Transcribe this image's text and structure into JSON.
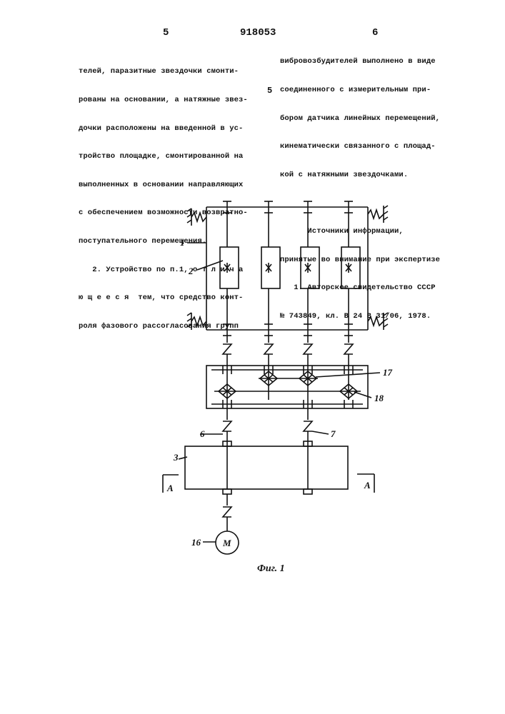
{
  "header": {
    "page_left": "5",
    "patent_number": "918053",
    "page_right": "6"
  },
  "left_column": [
    "телей, паразитные звездочки смонти-",
    "рованы на основании, а натяжные звез-",
    "дочки расположены на введенной в ус-",
    "тройство площадке, смонтированной на",
    "выполненных в основании направляющих",
    "с обеспечением возможности возвратно-",
    "поступательного перемещения.",
    "   2. Устройство по п.1, о т л и ч а",
    "ю щ е е с я  тем, что средство конт-",
    "роля фазового рассогласования групп"
  ],
  "right_column": [
    "вибровозбудителей выполнено в виде",
    "соединенного с измерительным при-",
    "бором датчика линейных перемещений,",
    "кинематически связанного с площад-",
    "кой с натяжными звездочками.",
    "",
    "      Источники информации,",
    "принятые во внимание при экспертизе",
    "   1. Авторское свидетельство СССР",
    "№ 743849, кл. В 24 В 31/06, 1978."
  ],
  "line_marker": "5",
  "figure": {
    "labels": {
      "l1": "1",
      "l2": "2",
      "l3": "3",
      "l6": "6",
      "l7": "7",
      "l16": "16",
      "l17": "17",
      "l18": "18",
      "section_left": "A",
      "section_right": "A",
      "motor": "M",
      "caption": "Фиг. 1"
    }
  }
}
